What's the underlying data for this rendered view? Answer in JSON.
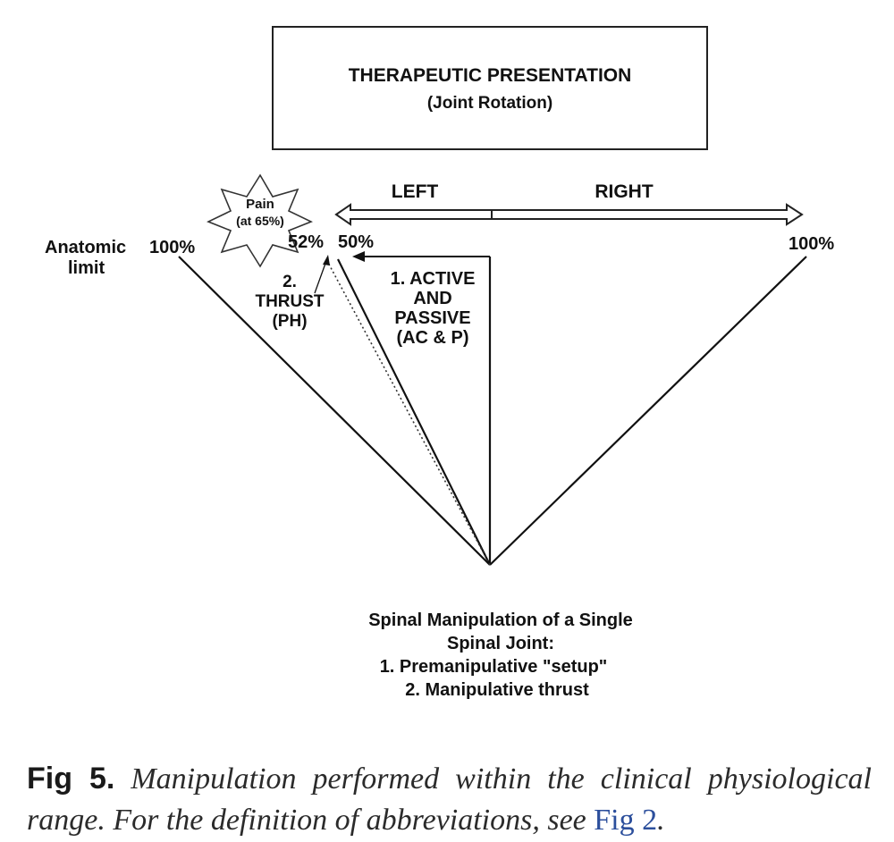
{
  "header_box": {
    "title": "THERAPEUTIC PRESENTATION",
    "subtitle": "(Joint Rotation)"
  },
  "direction_arrow": {
    "left_label": "LEFT",
    "right_label": "RIGHT"
  },
  "pain_star": {
    "line1": "Pain",
    "line2": "(at 65%)"
  },
  "labels": {
    "anatomic_line1": "Anatomic",
    "anatomic_line2": "limit",
    "left_limit": "100%",
    "right_limit": "100%",
    "pct_52": "52%",
    "pct_50": "50%",
    "thrust_line1": "2.",
    "thrust_line2": "THRUST",
    "thrust_line3": "(PH)",
    "active_line1": "1. ACTIVE",
    "active_line2": "AND",
    "active_line3": "PASSIVE",
    "active_line4": "(AC & P)"
  },
  "bottom_text": {
    "line1": "Spinal Manipulation of a Single",
    "line2": "Spinal Joint:",
    "line3": "1.  Premanipulative \"setup\"",
    "line4": "2.  Manipulative thrust"
  },
  "caption": {
    "label": "Fig 5.",
    "text": " Manipulation performed within the clinical physiological range. For the definition of abbreviations, see ",
    "link": "Fig 2",
    "end": "."
  },
  "colors": {
    "ink": "#111111",
    "link": "#2c4f9c"
  }
}
